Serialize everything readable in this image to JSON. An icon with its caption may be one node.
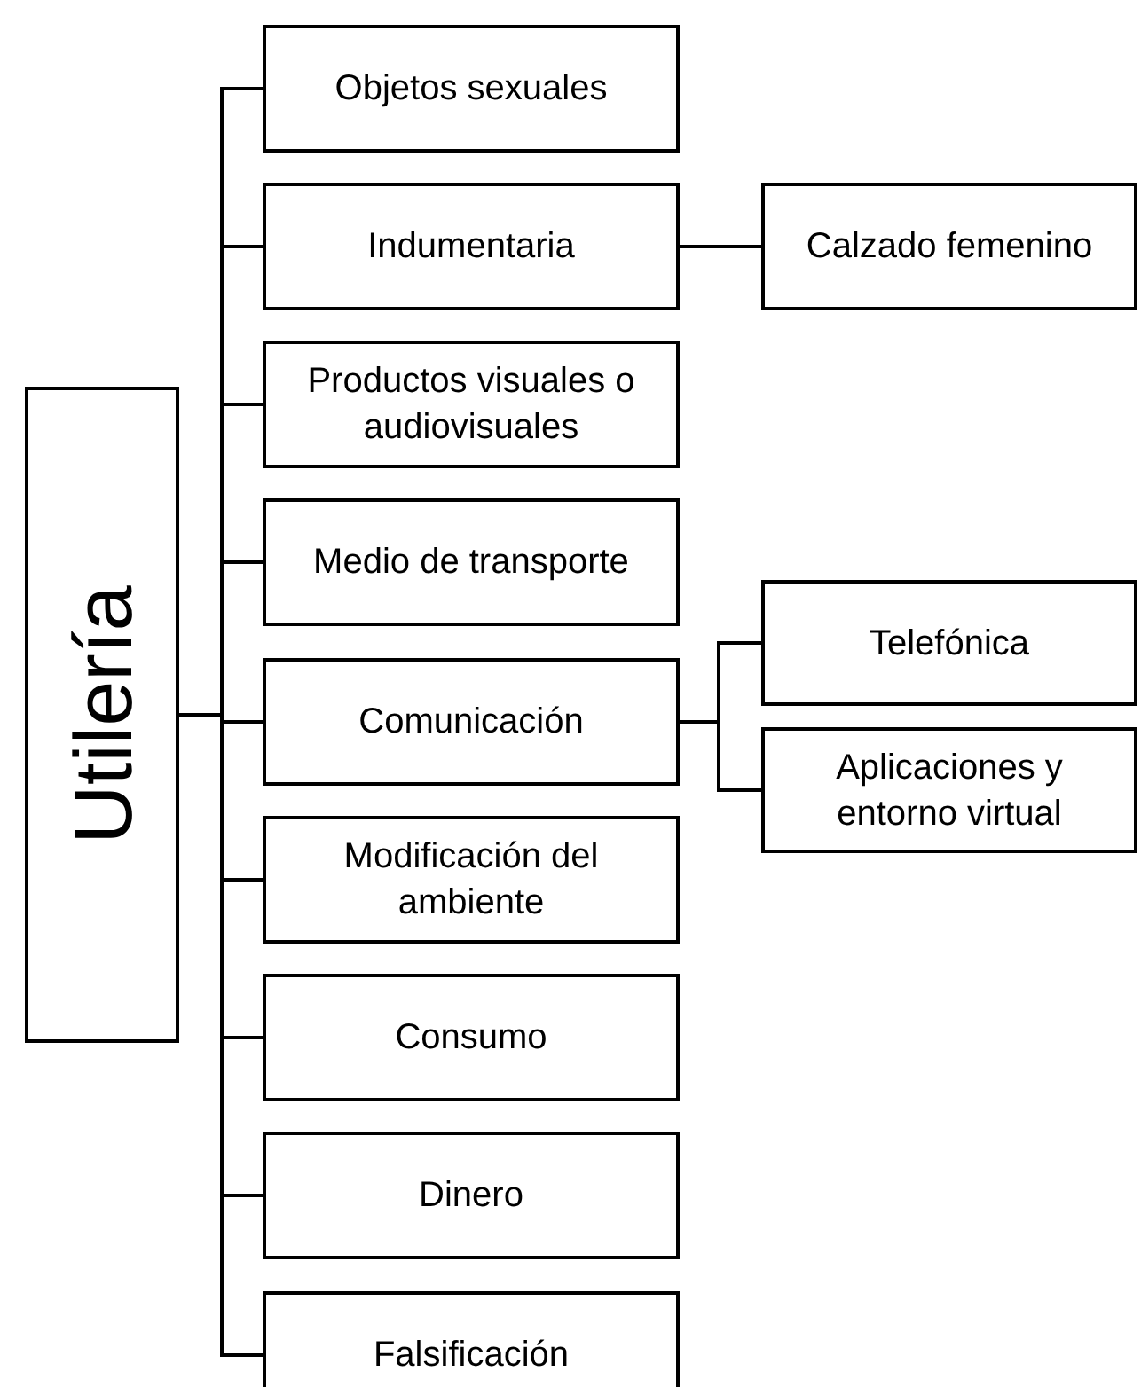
{
  "diagram": {
    "nodes": [
      {
        "text": [
          "Utilería"
        ]
      },
      {
        "text": [
          "Objetos sexuales"
        ]
      },
      {
        "text": [
          "Indumentaria"
        ]
      },
      {
        "text": [
          "Productos visuales o audiovisuales"
        ]
      },
      {
        "text": [
          "Medio de transporte"
        ]
      },
      {
        "text": [
          "Comunicación"
        ]
      },
      {
        "text": [
          "Modificación del ambiente"
        ]
      },
      {
        "text": [
          "Consumo"
        ]
      },
      {
        "text": [
          "Dinero"
        ]
      },
      {
        "text": [
          "Falsificación"
        ]
      },
      {
        "text": [
          "Calzado femenino"
        ]
      },
      {
        "text": [
          "Telefónica"
        ]
      },
      {
        "text": [
          "Aplicaciones y entorno virtual"
        ]
      }
    ],
    "edges": [
      {
        "from": 0,
        "to": 1,
        "arrow": "none"
      },
      {
        "from": 0,
        "to": 2,
        "arrow": "none"
      },
      {
        "from": 0,
        "to": 3,
        "arrow": "none"
      },
      {
        "from": 0,
        "to": 4,
        "arrow": "none"
      },
      {
        "from": 0,
        "to": 5,
        "arrow": "none"
      },
      {
        "from": 0,
        "to": 6,
        "arrow": "none"
      },
      {
        "from": 0,
        "to": 7,
        "arrow": "none"
      },
      {
        "from": 0,
        "to": 8,
        "arrow": "none"
      },
      {
        "from": 0,
        "to": 9,
        "arrow": "none"
      },
      {
        "from": 2,
        "to": 10,
        "arrow": "none"
      },
      {
        "from": 5,
        "to": 11,
        "arrow": "none"
      },
      {
        "from": 5,
        "to": 12,
        "arrow": "none"
      }
    ]
  }
}
